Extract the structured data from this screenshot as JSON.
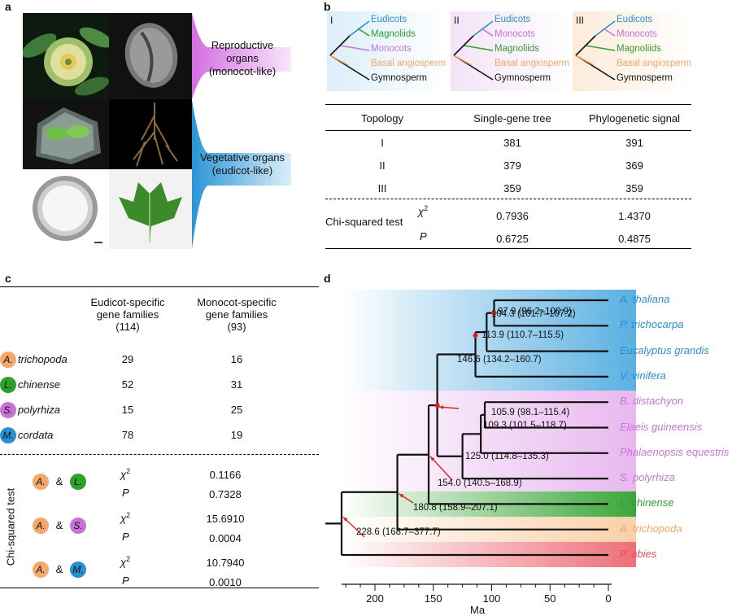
{
  "panels": {
    "a": "a",
    "b": "b",
    "c": "c",
    "d": "d"
  },
  "panel_a": {
    "reproductive_label": "Reproductive organs\n(monocot-like)",
    "vegetative_label": "Vegetative organs\n(eudicot-like)"
  },
  "panel_b": {
    "trees": [
      {
        "num": "I",
        "taxa": [
          "Eudicots",
          "Magnoliids",
          "Monocots",
          "Basal angiosperm",
          "Gymnosperm"
        ],
        "bg": "#dbeef9"
      },
      {
        "num": "II",
        "taxa": [
          "Eudicots",
          "Monocots",
          "Magnoliids",
          "Basal angiosperm",
          "Gymnosperm"
        ],
        "bg": "#f3e3f7"
      },
      {
        "num": "III",
        "taxa": [
          "Eudicots",
          "Monocots",
          "Magnoliids",
          "Basal angiosperm",
          "Gymnosperm"
        ],
        "bg": "#fdebd8"
      }
    ],
    "headers": [
      "Topology",
      "Single-gene tree",
      "Phylogenetic signal"
    ],
    "rows": [
      [
        "I",
        "381",
        "391"
      ],
      [
        "II",
        "379",
        "369"
      ],
      [
        "III",
        "359",
        "359"
      ]
    ],
    "chi_label": "Chi-squared test",
    "chi2_label": "χ",
    "chi2_sup": "2",
    "p_label": "P",
    "chi2_values": [
      "0.7936",
      "1.4370"
    ],
    "p_values": [
      "0.6725",
      "0.4875"
    ]
  },
  "panel_c": {
    "col1_header": "Eudicot-specific\ngene families\n(114)",
    "col2_header": "Monocot-specific\ngene families\n(93)",
    "species": [
      {
        "abbr": "A.",
        "name": "trichopoda",
        "eudicot": "29",
        "monocot": "16",
        "color": "#f4a86a"
      },
      {
        "abbr": "L.",
        "name": "chinense",
        "eudicot": "52",
        "monocot": "31",
        "color": "#2ea02e"
      },
      {
        "abbr": "S.",
        "name": "polyrhiza",
        "eudicot": "15",
        "monocot": "25",
        "color": "#c873d6"
      },
      {
        "abbr": "M.",
        "name": "cordata",
        "eudicot": "78",
        "monocot": "19",
        "color": "#2a8fd0"
      }
    ],
    "chi_label": "Chi-squared test",
    "amp": "&",
    "chi2_label": "χ",
    "chi2_sup": "2",
    "p_label": "P",
    "tests": [
      {
        "a": "A.",
        "b": "L.",
        "b_color": "#2ea02e",
        "chi2": "0.1166",
        "p": "0.7328"
      },
      {
        "a": "A.",
        "b": "S.",
        "b_color": "#c873d6",
        "chi2": "15.6910",
        "p": "0.0004"
      },
      {
        "a": "A.",
        "b": "M.",
        "b_color": "#2a8fd0",
        "chi2": "10.7940",
        "p": "0.0010"
      }
    ]
  },
  "panel_d": {
    "taxa": [
      {
        "name": "A. thaliana",
        "color": "#2a8fd0"
      },
      {
        "name": "P. trichocarpa",
        "color": "#2a8fd0"
      },
      {
        "name": "Eucalyptus grandis",
        "color": "#2a8fd0"
      },
      {
        "name": "V. vinifera",
        "color": "#2a8fd0"
      },
      {
        "name": "B. distachyon",
        "color": "#c873d6"
      },
      {
        "name": "Elaeis guineensis",
        "color": "#c873d6"
      },
      {
        "name": "Phalaenopsis equestris",
        "color": "#c873d6"
      },
      {
        "name": "S. polyrhiza",
        "color": "#c873d6"
      },
      {
        "name": "L. chinense",
        "color": "#2ea02e"
      },
      {
        "name": "A. trichopoda",
        "color": "#f4a86a"
      },
      {
        "name": "P. abies",
        "color": "#e0505a"
      }
    ],
    "node_ages": [
      "97.9 (96.2–100.9)",
      "104.3 (101.7–107.2)",
      "113.9 (110.7–115.5)",
      "146.6 (134.2–160.7)",
      "105.9 (98.1–115.4)",
      "109.3 (101.5–118.7)",
      "125.0 (114.8–135.3)",
      "154.0 (140.5–168.9)",
      "180.8 (158.9–207.1)",
      "228.6 (168.7–377.7)"
    ],
    "axis_ticks": [
      "200",
      "150",
      "100",
      "50",
      "0"
    ],
    "axis_label": "Ma"
  }
}
